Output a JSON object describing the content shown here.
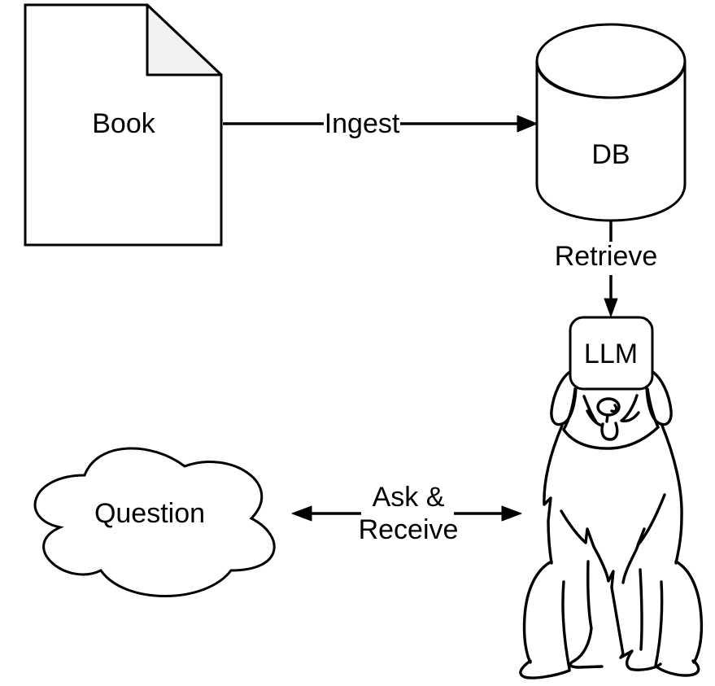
{
  "colors": {
    "background": "#ffffff",
    "stroke": "#000000",
    "shape_fill": "#ffffff",
    "document_fold_fill": "#f2f2f2"
  },
  "nodes": {
    "book": {
      "label": "Book",
      "shape": "document"
    },
    "db": {
      "label": "DB",
      "shape": "cylinder"
    },
    "llm": {
      "label": "LLM",
      "shape": "rounded-rectangle"
    },
    "question": {
      "label": "Question",
      "shape": "cloud"
    }
  },
  "edges": {
    "ingest": {
      "label": "Ingest",
      "from": "book",
      "to": "db",
      "arrow": "right"
    },
    "retrieve": {
      "label": "Retrieve",
      "from": "db",
      "to": "llm",
      "arrow": "down"
    },
    "ask_receive": {
      "label_line1": "Ask &",
      "label_line2": "Receive",
      "from": "question",
      "to": "dog",
      "arrow": "double"
    }
  },
  "illustration": {
    "dog": "sitting-golden-retriever-line-art-wearing-llm-box"
  }
}
